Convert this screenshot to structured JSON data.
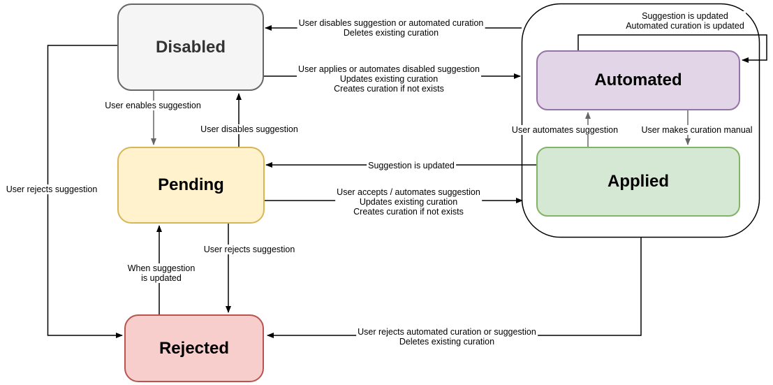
{
  "colors": {
    "disabled_fill": "#f5f5f5",
    "disabled_border": "#666666",
    "pending_fill": "#fff2cc",
    "pending_border": "#d6b656",
    "rejected_fill": "#f8cecc",
    "rejected_border": "#b85450",
    "automated_fill": "#e1d5e7",
    "automated_border": "#9673a6",
    "applied_fill": "#d5e8d4",
    "applied_border": "#82b366",
    "edge_black": "#000000",
    "edge_gray": "#666666"
  },
  "states": {
    "disabled": {
      "label": "Disabled"
    },
    "pending": {
      "label": "Pending"
    },
    "rejected": {
      "label": "Rejected"
    },
    "automated": {
      "label": "Automated"
    },
    "applied": {
      "label": "Applied"
    }
  },
  "edges": {
    "disabled_to_rejected": {
      "label": "User rejects suggestion"
    },
    "container_to_disabled": {
      "lines": [
        "User disables suggestion or automated curation",
        "Deletes existing curation"
      ]
    },
    "disabled_to_container": {
      "lines": [
        "User applies or automates disabled suggestion",
        "Updates existing curation",
        "Creates curation if not exists"
      ]
    },
    "disabled_to_pending": {
      "label": "User enables suggestion"
    },
    "pending_to_disabled": {
      "label": "User disables suggestion"
    },
    "applied_to_pending": {
      "label": "Suggestion is updated"
    },
    "pending_to_container": {
      "lines": [
        "User accepts / automates suggestion",
        "Updates existing curation",
        "Creates curation if not exists"
      ]
    },
    "automated_self_loop": {
      "lines": [
        "Suggestion is updated",
        "Automated curation is updated"
      ]
    },
    "applied_to_automated": {
      "label": "User automates suggestion"
    },
    "automated_to_applied": {
      "label": "User makes curation manual"
    },
    "pending_to_rejected": {
      "label": "User rejects suggestion"
    },
    "rejected_to_pending": {
      "lines": [
        "When suggestion",
        "is updated"
      ]
    },
    "container_to_rejected": {
      "lines": [
        "User rejects automated curation or suggestion",
        "Deletes existing curation"
      ]
    }
  }
}
